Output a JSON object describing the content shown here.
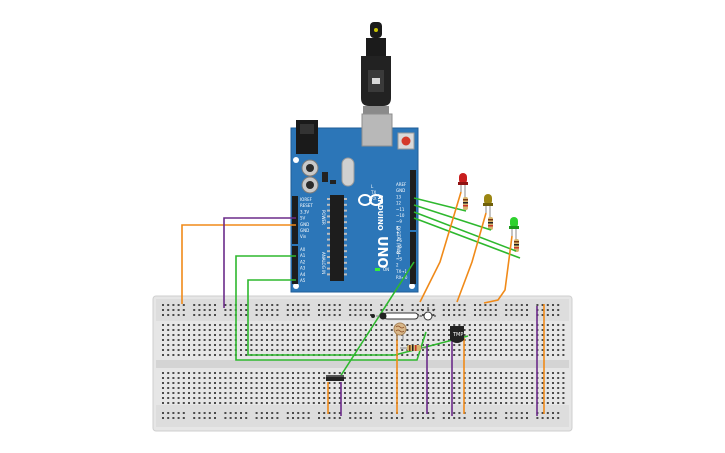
{
  "colors": {
    "arduino_board": "#2c76b8",
    "arduino_dark": "#1f5e98",
    "breadboard": "#e8e8e8",
    "breadboard_rail": "#dadada",
    "wire_orange": "#f08a19",
    "wire_purple": "#6b2b8a",
    "wire_green": "#2eb82e",
    "led_red": "#c81e1e",
    "led_yellow": "#9b8612",
    "led_green": "#2ed12e",
    "usb_plug": "#1b1b1b"
  },
  "arduino": {
    "model": "UNO",
    "logo_text": "ARDUINO",
    "power_header_title": "POWER",
    "power_pins": [
      "IOREF",
      "RESET",
      "3.3V",
      "5V",
      "GND",
      "GND",
      "Vin"
    ],
    "analog_header_title": "ANALOG IN",
    "analog_pins": [
      "A0",
      "A1",
      "A2",
      "A3",
      "A4",
      "A5"
    ],
    "digital_header_title": "DIGITAL (PWM~)",
    "digital_pins": [
      "AREF",
      "GND",
      "13",
      "12",
      "~11",
      "~10",
      "~9",
      "8",
      "7",
      "~6",
      "~5",
      "4",
      "~3",
      "2",
      "TX→1",
      "RX←0"
    ],
    "led_labels": [
      "L",
      "TX",
      "RX"
    ],
    "on_label": "ON"
  },
  "components": {
    "leds": [
      {
        "name": "red-led",
        "color": "red"
      },
      {
        "name": "yellow-led",
        "color": "yellow"
      },
      {
        "name": "green-led",
        "color": "green"
      }
    ],
    "temperature_sensor_label": "TMP"
  }
}
